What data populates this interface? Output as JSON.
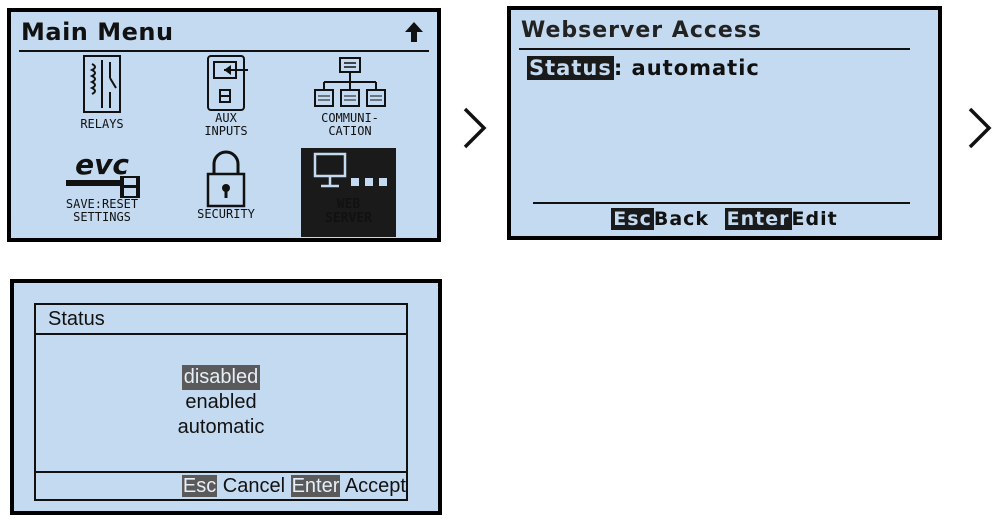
{
  "screen1": {
    "title": "Main Menu",
    "icons": [
      "up-arrow-icon"
    ],
    "tiles": [
      {
        "label1": "RELAYS",
        "label2": "",
        "icon": "relays-icon"
      },
      {
        "label1": "AUX",
        "label2": "INPUTS",
        "icon": "aux-inputs-icon"
      },
      {
        "label1": "COMMUNI-",
        "label2": "CATION",
        "icon": "communication-icon"
      },
      {
        "label1": "SAVE:RESET",
        "label2": "SETTINGS",
        "icon": "evc-save-icon",
        "logo_text": "evc"
      },
      {
        "label1": "SECURITY",
        "label2": "",
        "icon": "padlock-icon"
      },
      {
        "label1": "WEB",
        "label2": "SERVER",
        "icon": "web-server-icon",
        "selected": true
      }
    ]
  },
  "screen2": {
    "title": "Webserver Access",
    "status_key": "Status",
    "status_value": ": automatic",
    "footer": {
      "esc": "Esc",
      "back": "Back",
      "enter": "Enter",
      "edit": "Edit"
    }
  },
  "screen3": {
    "title": "Status",
    "options": [
      "disabled",
      "enabled",
      "automatic"
    ],
    "selected": "disabled",
    "footer": {
      "esc": "Esc",
      "cancel": " Cancel ",
      "enter": "Enter",
      "accept": " Accept"
    }
  },
  "nav": {
    "arrow_icon": "chevron-right-icon"
  },
  "colors": {
    "lcd_background": "#c4daf0",
    "border": "#000000",
    "highlight": "#1a1a1a"
  }
}
